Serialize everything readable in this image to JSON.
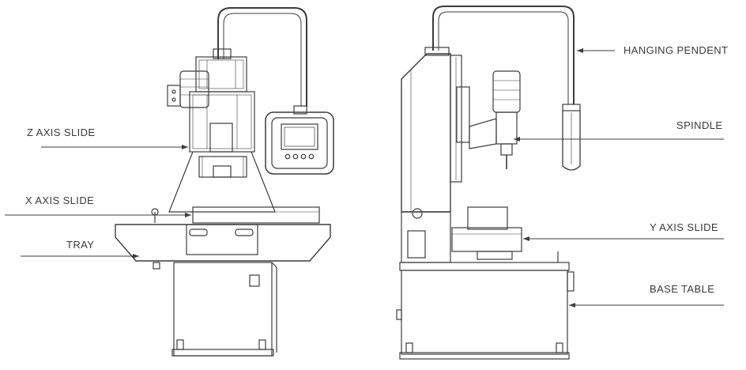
{
  "labels": {
    "z_axis_slide": "Z AXIS SLIDE",
    "x_axis_slide": "X AXIS SLIDE",
    "tray": "TRAY",
    "hanging_pendent": "HANGING PENDENT",
    "spindle": "SPINDLE",
    "y_axis_slide": "Y AXIS SLIDE",
    "base_table": "BASE TABLE"
  },
  "colors": {
    "line": "#3c3c3c",
    "text": "#3a3a3a",
    "background": "#ffffff"
  }
}
